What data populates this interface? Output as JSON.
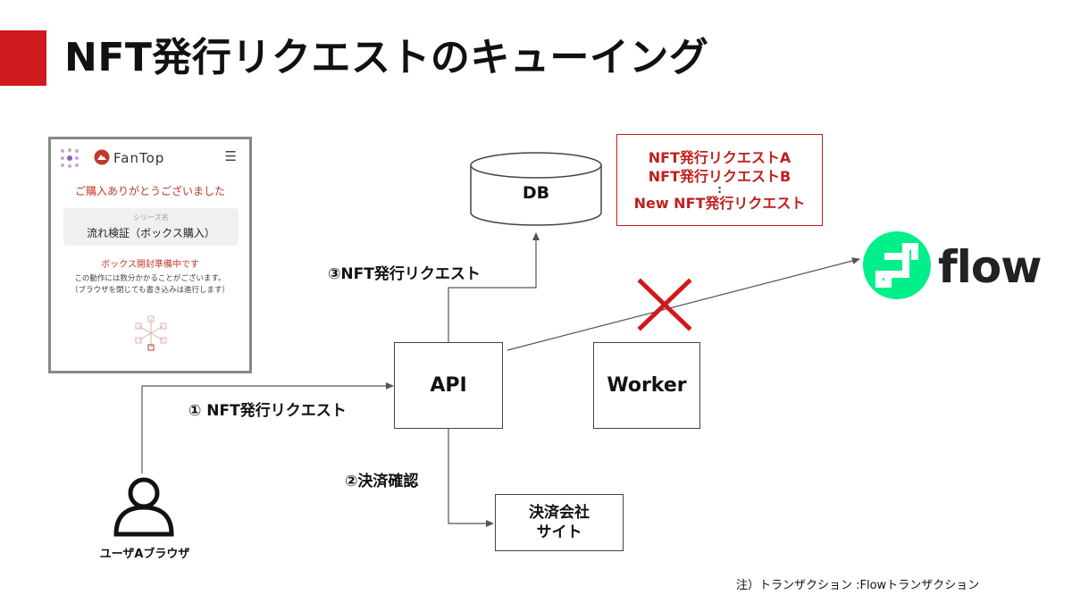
{
  "slide": {
    "title": "NFT発行リクエストのキューイング",
    "accent_color": "#d0191c",
    "footer_note": "注）トランザクション :Flowトランザクション"
  },
  "boxes": {
    "db": "DB",
    "api": "API",
    "worker": "Worker",
    "payment_line1": "決済会社",
    "payment_line2": "サイト"
  },
  "queue": {
    "items": [
      "NFT発行リクエストA",
      "NFT発行リクエストB"
    ],
    "ellipsis": ":",
    "last": "New NFT発行リクエスト"
  },
  "arrows": {
    "step1": "① NFT発行リクエスト",
    "step2": "②決済確認",
    "step3": "③NFT発行リクエスト"
  },
  "user": {
    "label": "ユーザAブラウザ",
    "icon": "person-icon"
  },
  "flow": {
    "wordmark": "flow",
    "icon": "flow-logo-icon",
    "brand_color": "#00ef8b"
  },
  "blocked_icon": "red-x-icon",
  "phone": {
    "brand": "FanTop",
    "menu_icon": "hamburger-icon",
    "thanks": "ご購入ありがとうございました",
    "series_key": "シリーズ名",
    "series_value": "流れ検証（ボックス購入）",
    "preparing": "ボックス開封準備中です",
    "note_line1": "この動作には数分かかることがございます。",
    "note_line2": "（ブラウザを閉じても書き込みは進行します）"
  }
}
